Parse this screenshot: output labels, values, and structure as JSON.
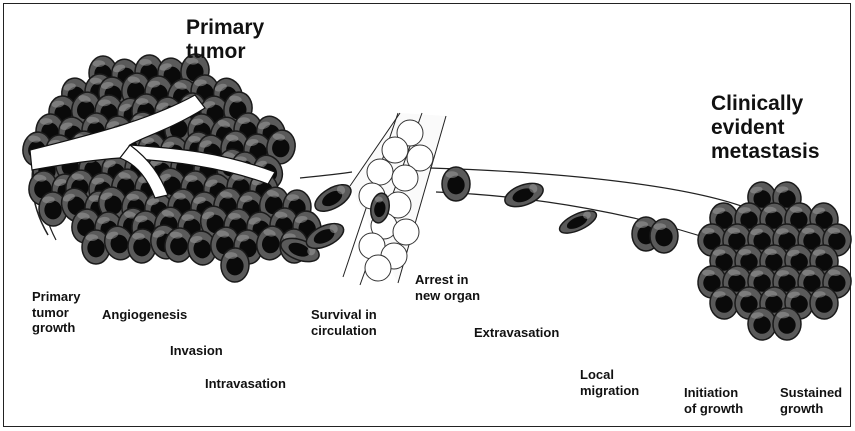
{
  "colors": {
    "cell_body": "#5a5a5a",
    "cell_edge": "#1a1a1a",
    "nucleus": "#0a0a0a",
    "blood_cell": "#ffffff",
    "vessel": "#f4f4f4",
    "background": "#ffffff"
  },
  "titles": {
    "primary": "Primary\ntumor",
    "metastasis": "Clinically\nevident\nmetastasis"
  },
  "stages": {
    "primary_growth": "Primary\ntumor\ngrowth",
    "angiogenesis": "Angiogenesis",
    "invasion": "Invasion",
    "intravasation": "Intravasation",
    "survival": "Survival in\ncirculation",
    "arrest": "Arrest in\nnew organ",
    "extravasation": "Extravasation",
    "local_migration": "Local\nmigration",
    "initiation": "Initiation\nof growth",
    "sustained": "Sustained\ngrowth"
  }
}
